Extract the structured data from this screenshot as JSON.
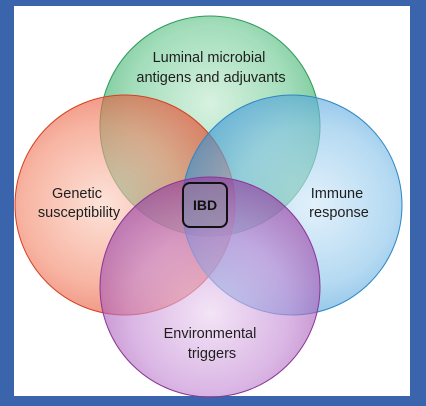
{
  "diagram": {
    "circles": [
      {
        "id": "luminal",
        "lines": [
          "Luminal microbial",
          "antigens and adjuvants"
        ],
        "color": "#3db36f"
      },
      {
        "id": "genetic",
        "lines": [
          "Genetic",
          "susceptibility"
        ],
        "color": "#ea4426"
      },
      {
        "id": "immune",
        "lines": [
          "Immune",
          "response"
        ],
        "color": "#3f9bd8"
      },
      {
        "id": "environmental",
        "lines": [
          "Environmental",
          "triggers"
        ],
        "color": "#9c4bb2"
      }
    ],
    "center_label": "IBD"
  }
}
